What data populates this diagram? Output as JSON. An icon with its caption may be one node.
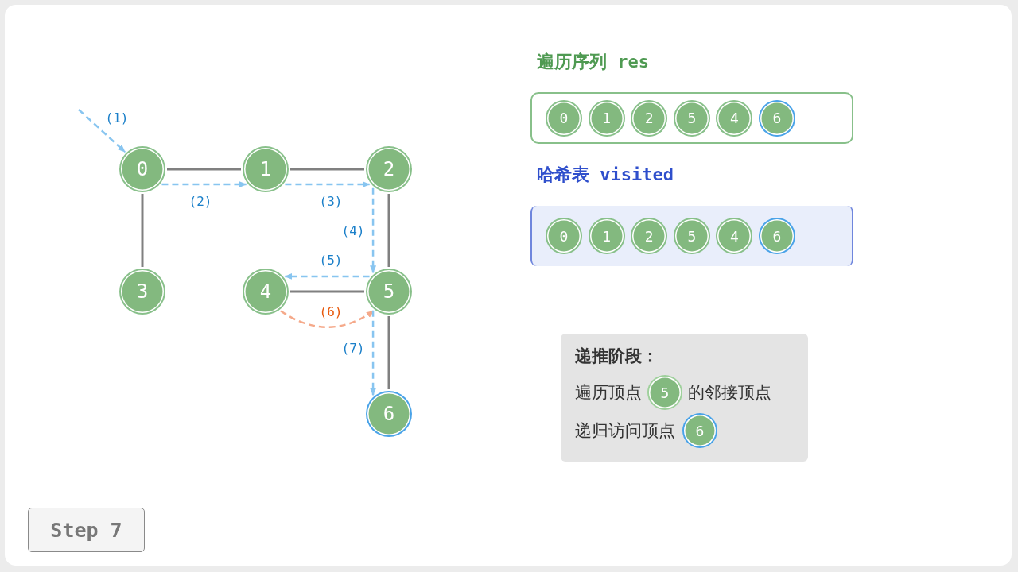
{
  "diagram": {
    "nodes": [
      {
        "text": [
          "0"
        ]
      },
      {
        "text": [
          "1"
        ]
      },
      {
        "text": [
          "2"
        ]
      },
      {
        "text": [
          "3"
        ]
      },
      {
        "text": [
          "4"
        ]
      },
      {
        "text": [
          "5"
        ]
      },
      {
        "text": [
          "6"
        ]
      },
      {
        "text": [
          "遍历序列 res"
        ]
      },
      {
        "text": [
          "0"
        ],
        "in": 7
      },
      {
        "text": [
          "1"
        ],
        "in": 7
      },
      {
        "text": [
          "2"
        ],
        "in": 7
      },
      {
        "text": [
          "5"
        ],
        "in": 7
      },
      {
        "text": [
          "4"
        ],
        "in": 7
      },
      {
        "text": [
          "6"
        ],
        "in": 7
      },
      {
        "text": [
          "哈希表 visited"
        ]
      },
      {
        "text": [
          "0"
        ],
        "in": 14
      },
      {
        "text": [
          "1"
        ],
        "in": 14
      },
      {
        "text": [
          "2"
        ],
        "in": 14
      },
      {
        "text": [
          "5"
        ],
        "in": 14
      },
      {
        "text": [
          "4"
        ],
        "in": 14
      },
      {
        "text": [
          "6"
        ],
        "in": 14
      },
      {
        "text": [
          "递推阶段：",
          "遍历顶点",
          "的邻接顶点",
          "递归访问顶点"
        ]
      },
      {
        "text": [
          "5"
        ],
        "in": 21
      },
      {
        "text": [
          "6"
        ],
        "in": 21
      },
      {
        "text": [
          "Step 7"
        ]
      }
    ],
    "edges": [
      {
        "from": 0,
        "to": 1,
        "arrow": "none"
      },
      {
        "from": 1,
        "to": 2,
        "arrow": "none"
      },
      {
        "from": 0,
        "to": 3,
        "arrow": "none"
      },
      {
        "from": 2,
        "to": 5,
        "arrow": "none"
      },
      {
        "from": 4,
        "to": 5,
        "arrow": "none"
      },
      {
        "from": 5,
        "to": 6,
        "arrow": "none"
      },
      {
        "from": null,
        "to": 0,
        "arrow": "to",
        "label": "(1)",
        "style": "dashed",
        "color": "#88c5f0"
      },
      {
        "from": 0,
        "to": 1,
        "arrow": "to",
        "label": "(2)",
        "style": "dashed",
        "color": "#88c5f0"
      },
      {
        "from": 1,
        "to": 2,
        "arrow": "to",
        "label": "(3)",
        "style": "dashed",
        "color": "#88c5f0"
      },
      {
        "from": 2,
        "to": 5,
        "arrow": "to",
        "label": "(4)",
        "style": "dashed",
        "color": "#88c5f0"
      },
      {
        "from": 5,
        "to": 4,
        "arrow": "to",
        "label": "(5)",
        "style": "dashed",
        "color": "#88c5f0"
      },
      {
        "from": 4,
        "to": 5,
        "arrow": "to",
        "label": "(6)",
        "style": "dashed",
        "color": "#f5a98a"
      },
      {
        "from": 5,
        "to": 6,
        "arrow": "to",
        "label": "(7)",
        "style": "dashed",
        "color": "#88c5f0"
      }
    ]
  }
}
